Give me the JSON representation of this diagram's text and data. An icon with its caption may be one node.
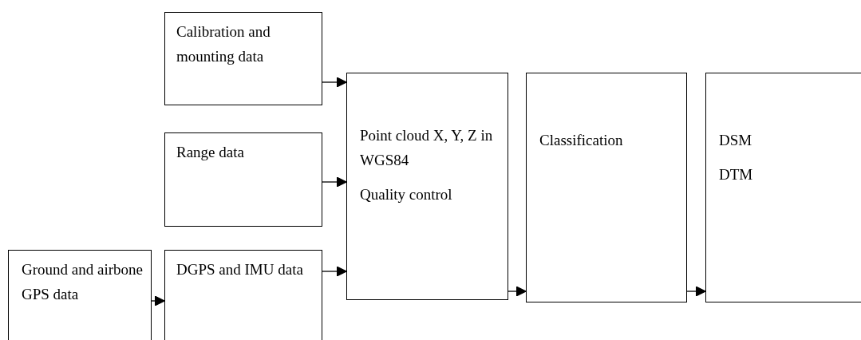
{
  "diagram": {
    "nodes": [
      {
        "text": [
          "Calibration and mounting data"
        ]
      },
      {
        "text": [
          "Range data"
        ]
      },
      {
        "text": [
          "Ground and airbone GPS data"
        ]
      },
      {
        "text": [
          "DGPS and IMU data"
        ]
      },
      {
        "text": [
          "Point cloud X, Y, Z in WGS84",
          "Quality control"
        ]
      },
      {
        "text": [
          "Classification"
        ]
      },
      {
        "text": [
          "DSM",
          "DTM"
        ]
      }
    ],
    "edges": [
      {
        "from": 0,
        "to": 4,
        "arrow": "to"
      },
      {
        "from": 1,
        "to": 4,
        "arrow": "to"
      },
      {
        "from": 3,
        "to": 4,
        "arrow": "to"
      },
      {
        "from": 2,
        "to": 3,
        "arrow": "to"
      },
      {
        "from": 4,
        "to": 5,
        "arrow": "to"
      },
      {
        "from": 5,
        "to": 6,
        "arrow": "to"
      }
    ]
  }
}
